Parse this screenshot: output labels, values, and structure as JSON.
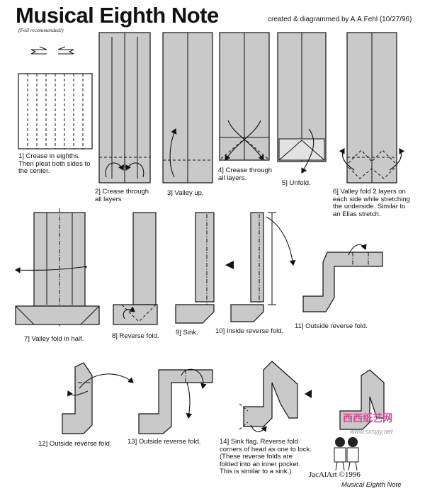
{
  "title": "Musical Eighth Note",
  "credit": "created & diagrammed by A.A.Fehl (10/27/96)",
  "foil_note": "(Foil recommended!)",
  "steps": [
    "1] Crease in eighths.\nThen pleat both sides to\nthe center.",
    "2] Crease through\nall layers",
    "3] Valley up.",
    "4] Crease through\nall layers.",
    "5] Unfold.",
    "6] Valley fold 2 layers on\neach side while stretching\nthe underside. Similar to\nan Elias stretch.",
    "7] Valley fold in half.",
    "8] Reverse fold.",
    "9] Sink.",
    "10] Inside reverse fold.",
    "11] Outside reverse fold.",
    "12] Outside reverse fold.",
    "13] Outside reverse fold.",
    "14] Sink flag. Reverse fold\ncorners of head as one to lock.\n(These reverse folds are\nfolded into an inner pocket.\nThis is similar to a sink.)"
  ],
  "footer": {
    "brand": "西西纸艺网",
    "url": "www.sxsyjy.net",
    "art_credit": "JacAlArt ©1996",
    "model_name": "Musical Eighth Note"
  }
}
